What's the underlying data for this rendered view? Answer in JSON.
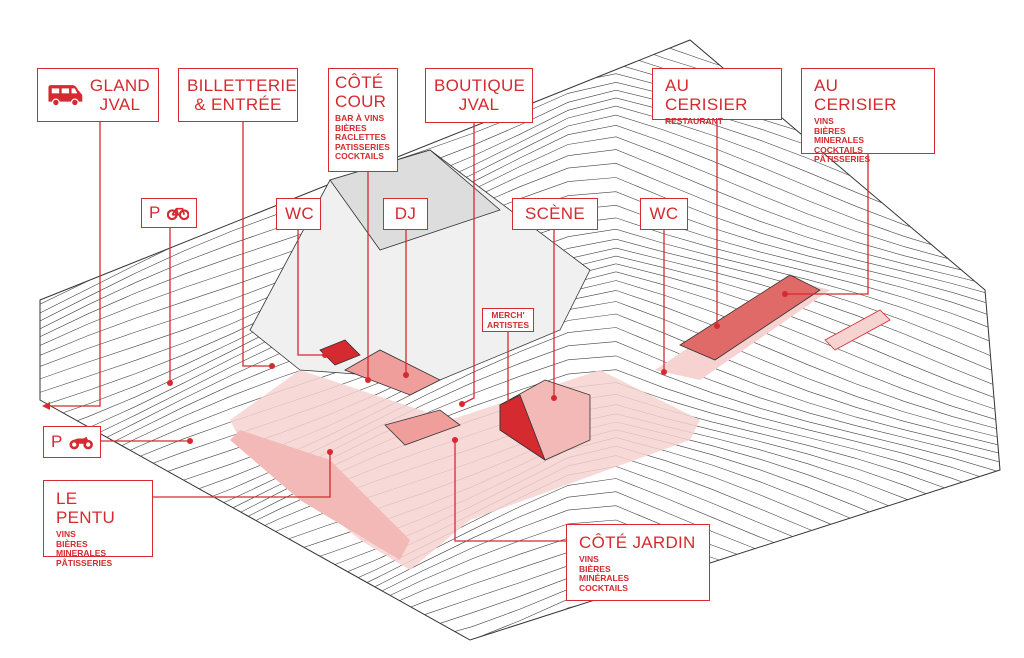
{
  "colors": {
    "accent": "#d42a30",
    "zone": "#f6d3d1",
    "line": "#333333"
  },
  "labels": {
    "gland": {
      "title_1": "GLAND",
      "title_2": "JVAL",
      "icon": "van-icon"
    },
    "billetterie": {
      "title_1": "BILLETTERIE",
      "title_2": "& ENTRÉE"
    },
    "cote_cour": {
      "title_1": "CÔTÉ",
      "title_2": "COUR",
      "items": [
        "BAR À VINS",
        "BIÈRES",
        "RACLETTES",
        "PATISSERIES",
        "COCKTAILS"
      ]
    },
    "boutique": {
      "title_1": "BOUTIQUE",
      "title_2": "JVAL"
    },
    "cerisier_restaurant": {
      "title": "AU CERISIER",
      "subtitle": "RESTAURANT"
    },
    "cerisier_bar": {
      "title": "AU CERISIER",
      "items": [
        "VINS",
        "BIÈRES",
        "MINERALES",
        "COCKTAILS",
        "PÂTISSERIES"
      ]
    },
    "parking_bike": {
      "title": "P",
      "icon": "bicycle-icon"
    },
    "wc_1": {
      "title": "WC"
    },
    "dj": {
      "title": "DJ"
    },
    "scene": {
      "title": "SCÈNE"
    },
    "wc_2": {
      "title": "WC"
    },
    "merch": {
      "title_1": "MERCH'",
      "title_2": "ARTISTES"
    },
    "parking_moto": {
      "title": "P",
      "icon": "motorcycle-icon"
    },
    "le_pentu": {
      "title": "LE PENTU",
      "items": [
        "VINS",
        "BIÈRES",
        "MINERALES",
        "PÂTISSERIES"
      ]
    },
    "cote_jardin": {
      "title": "CÔTÉ JARDIN",
      "items": [
        "VINS",
        "BIÈRES",
        "MINÉRALES",
        "COCKTAILS"
      ]
    }
  }
}
